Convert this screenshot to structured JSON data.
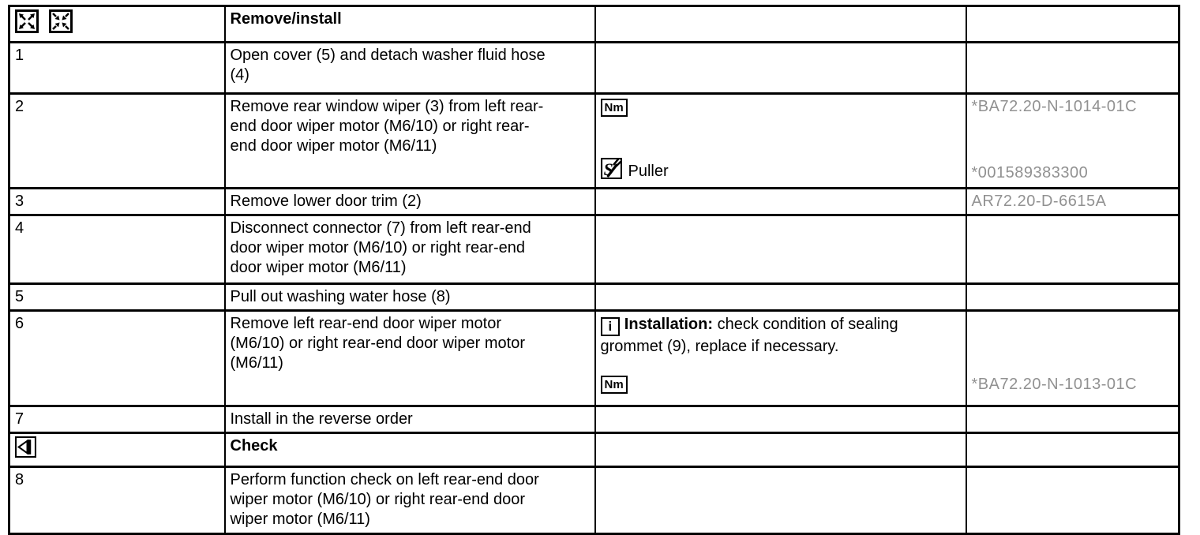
{
  "colors": {
    "border": "#000000",
    "text": "#000000",
    "code_link_gray": "#919191",
    "background": "#ffffff"
  },
  "toolbar": {
    "expand_all_icon": "expand-all",
    "collapse_all_icon": "collapse-all"
  },
  "table": {
    "sections": {
      "remove_install_title": "Remove/install",
      "check_title": "Check"
    },
    "labels": {
      "nm": "Nm",
      "info": "i",
      "puller": "Puller",
      "installation_bold": "Installation:",
      "installation_rest": " check condition of sealing\ngrommet (9), replace if necessary."
    },
    "steps": [
      {
        "num": "1",
        "text": "Open cover (5) and detach washer fluid hose\n(4)"
      },
      {
        "num": "2",
        "text": "Remove rear window wiper (3) from left rear-\nend door wiper motor (M6/10) or right rear-\nend door wiper motor (M6/11)",
        "code_top": "*BA72.20-N-1014-01C",
        "code_bottom": "*001589383300"
      },
      {
        "num": "3",
        "text": "Remove lower door trim (2)",
        "code_top": "AR72.20-D-6615A"
      },
      {
        "num": "4",
        "text": "Disconnect connector (7) from left rear-end\ndoor wiper motor (M6/10) or right rear-end\ndoor wiper motor (M6/11)"
      },
      {
        "num": "5",
        "text": "Pull out washing water hose (8)"
      },
      {
        "num": "6",
        "text": "Remove left rear-end door wiper motor\n(M6/10) or right rear-end door wiper motor\n(M6/11)",
        "code_bottom": "*BA72.20-N-1013-01C"
      },
      {
        "num": "7",
        "text": "Install in the reverse order"
      },
      {
        "num": "8",
        "text": "Perform function check on left rear-end door\nwiper motor (M6/10) or right rear-end door\nwiper motor (M6/11)"
      }
    ]
  }
}
